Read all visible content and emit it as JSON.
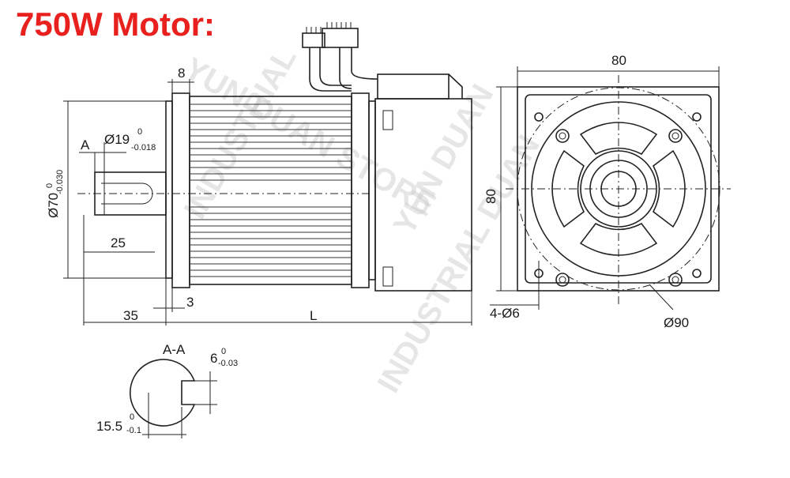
{
  "title": "750W Motor:",
  "watermarks": [
    "YUN DUAN STORE",
    "INDUSTRIAL",
    "YUN DUAN",
    "INDUSTRIAL DUAN"
  ],
  "colors": {
    "title": "#e8201e",
    "line": "#222222",
    "watermark": "#c8c8c8"
  },
  "dimensions": {
    "flange_thickness": "8",
    "shaft_dia": "Ø19",
    "shaft_dia_tol_upper": "0",
    "shaft_dia_tol_lower": "-0.018",
    "section_marker": "A",
    "pilot_dia": "Ø70",
    "pilot_dia_tol_upper": "0",
    "pilot_dia_tol_lower": "-0.030",
    "key_length": "25",
    "shaft_length": "35",
    "pilot_depth": "3",
    "body_length": "L",
    "flange_width": "80",
    "flange_height": "80",
    "mount_holes": "4-Ø6",
    "bolt_circle": "Ø90"
  },
  "section_view": {
    "label": "A-A",
    "key_width": "6",
    "key_width_tol_upper": "0",
    "key_width_tol_lower": "-0.03",
    "key_depth": "15.5",
    "key_depth_tol_upper": "0",
    "key_depth_tol_lower": "-0.1"
  }
}
